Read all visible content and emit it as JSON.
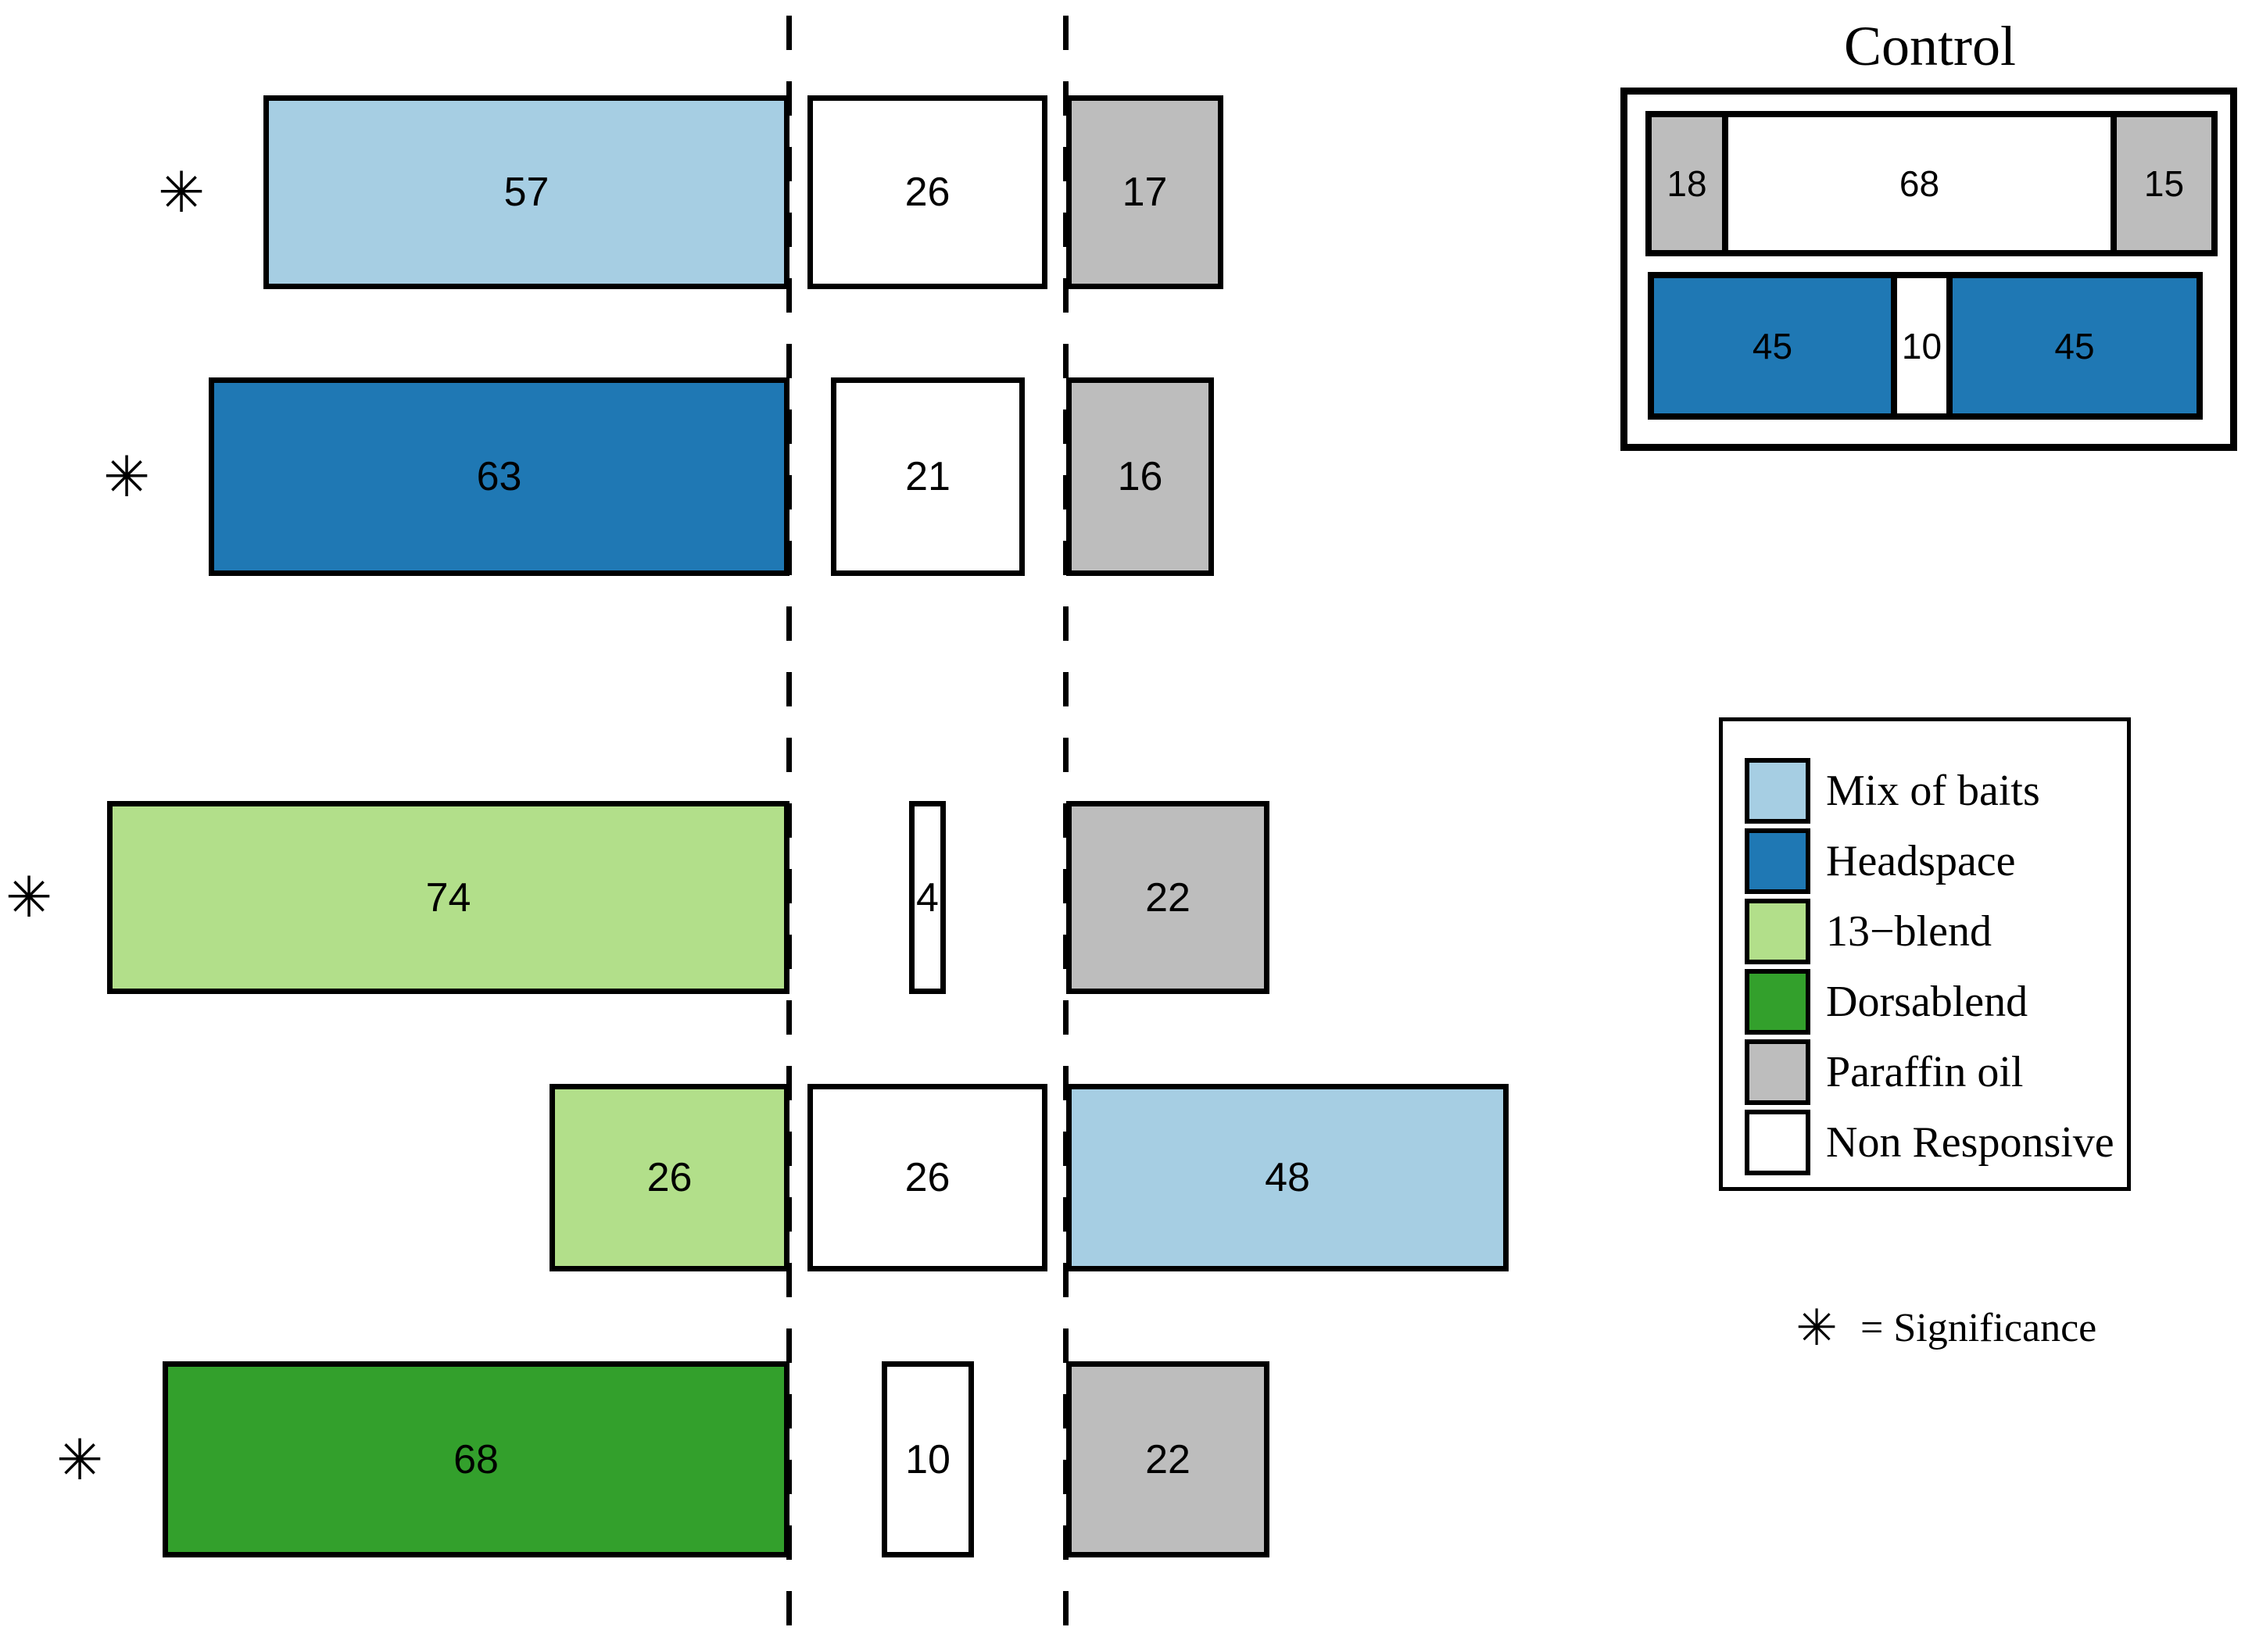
{
  "colors": {
    "mix_of_baits": "#a6cee3",
    "headspace": "#1f78b4",
    "blend_13": "#b2df8a",
    "dorsablend": "#33a02c",
    "paraffin_oil": "#bdbdbd",
    "non_responsive": "#ffffff",
    "border": "#000000"
  },
  "chart_data": {
    "type": "bar",
    "subtype": "proportional-segmented-preference-bars",
    "unit": "percent",
    "note": "Five two-choice bioassay rows; left bar = bait treatment (right-aligned to left dashed line), middle white box = non responsive (centered between dashed lines), right bar = control side (left-aligned to right dashed line). Asterisk marks significant rows.",
    "rows": [
      {
        "significant": true,
        "segments": [
          {
            "category": "Mix of baits",
            "value": 57
          },
          {
            "category": "Non Responsive",
            "value": 26
          },
          {
            "category": "Paraffin oil",
            "value": 17
          }
        ]
      },
      {
        "significant": true,
        "segments": [
          {
            "category": "Headspace",
            "value": 63
          },
          {
            "category": "Non Responsive",
            "value": 21
          },
          {
            "category": "Paraffin oil",
            "value": 16
          }
        ]
      },
      {
        "significant": true,
        "segments": [
          {
            "category": "13−blend",
            "value": 74
          },
          {
            "category": "Non Responsive",
            "value": 4
          },
          {
            "category": "Paraffin oil",
            "value": 22
          }
        ]
      },
      {
        "significant": false,
        "segments": [
          {
            "category": "13−blend",
            "value": 26
          },
          {
            "category": "Non Responsive",
            "value": 26
          },
          {
            "category": "Mix of baits",
            "value": 48
          }
        ]
      },
      {
        "significant": true,
        "segments": [
          {
            "category": "Dorsablend",
            "value": 68
          },
          {
            "category": "Non Responsive",
            "value": 10
          },
          {
            "category": "Paraffin oil",
            "value": 22
          }
        ]
      }
    ],
    "control": {
      "title": "Control",
      "rows": [
        {
          "segments": [
            {
              "category": "Paraffin oil",
              "value": 18
            },
            {
              "category": "Non Responsive",
              "value": 68
            },
            {
              "category": "Paraffin oil",
              "value": 15
            }
          ]
        },
        {
          "segments": [
            {
              "category": "Headspace",
              "value": 45
            },
            {
              "category": "Non Responsive",
              "value": 10
            },
            {
              "category": "Headspace",
              "value": 45
            }
          ]
        }
      ]
    }
  },
  "legend": {
    "items": [
      {
        "label": "Mix of baits"
      },
      {
        "label": "Headspace"
      },
      {
        "label": "13−blend"
      },
      {
        "label": "Dorsablend"
      },
      {
        "label": "Paraffin oil"
      },
      {
        "label": "Non Responsive"
      }
    ]
  },
  "significance_note": {
    "symbol": "✳",
    "text": "= Significance"
  }
}
